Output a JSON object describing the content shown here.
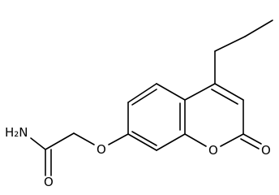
{
  "structure": {
    "atom_labels": {
      "amide_n": "H₂N",
      "amide_o": "O",
      "ether_o": "O",
      "ring_o": "O",
      "carbonyl_o": "O"
    },
    "colors": {
      "bond": "#000000",
      "label": "#000000",
      "background": "#ffffff"
    }
  }
}
